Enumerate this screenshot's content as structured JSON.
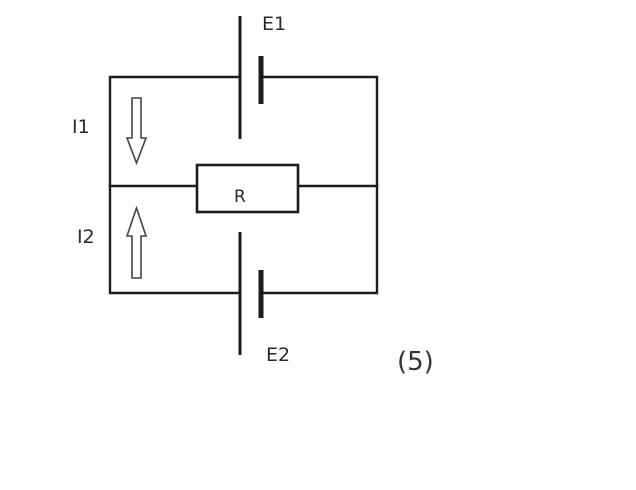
{
  "diagram": {
    "figure_number": "(5)",
    "labels": {
      "e1": "E1",
      "e2": "E2",
      "i1": "I1",
      "i2": "I2",
      "r": "R"
    },
    "arrows": {
      "i1_direction": "down",
      "i2_direction": "up"
    },
    "colors": {
      "line": "#1c1c1c",
      "background": "#ffffff"
    }
  }
}
